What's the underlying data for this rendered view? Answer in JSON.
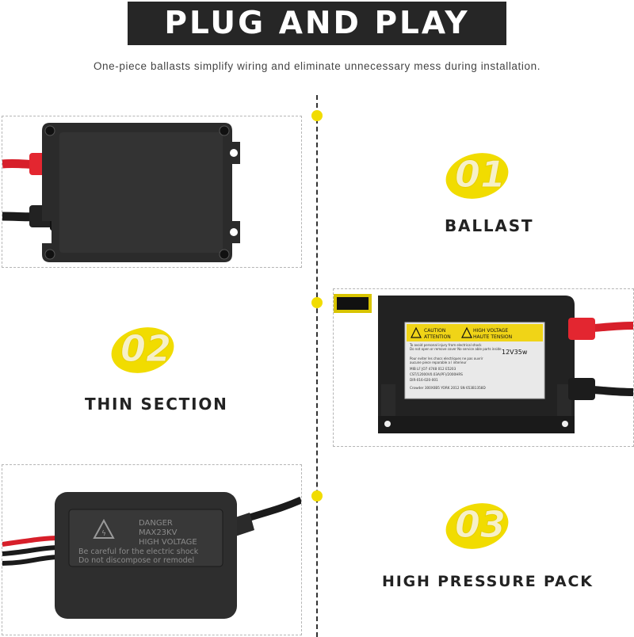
{
  "banner": {
    "title": "PLUG AND PLAY"
  },
  "subtitle": "One-piece ballasts simplify wiring and eliminate unnecessary mess during installation.",
  "features": [
    {
      "number": "01",
      "label": "BALLAST"
    },
    {
      "number": "02",
      "label": "THIN SECTION"
    },
    {
      "number": "03",
      "label": "HIGH PRESSURE PACK"
    }
  ],
  "ballast_label": {
    "caution": "CAUTION",
    "attention": "ATTENTION",
    "high_voltage": "HIGH VOLTAGE",
    "haute_tension": "HAUTE TENSION",
    "rating": "12V35w",
    "line1": "To avoid personal injury from electrical shock",
    "line2": "Do not open or remove cover No service able parts inside",
    "line3": "Pour eviter les chocs electriques ne pas ouvrir",
    "line4": "aucune piece reparable a l interieur",
    "line5": "MIB LF JO7 4748 012 E5203",
    "line6": "CST/12000V0.03A(PF)/2000HRS",
    "line7": "DIR-016-020-001",
    "line8": "Crowder 300X0B5 YORK 2012 SN 653B1358D"
  },
  "pack_label": {
    "danger": "DANGER",
    "max": "MAX23KV",
    "high_voltage": "HIGH VOLTAGE",
    "warn1": "Be careful for the electric shock",
    "warn2": "Do not discompose or remodel"
  },
  "colors": {
    "accent": "#f1dc00",
    "banner_bg": "#262626",
    "wire_red": "#e8202a"
  }
}
